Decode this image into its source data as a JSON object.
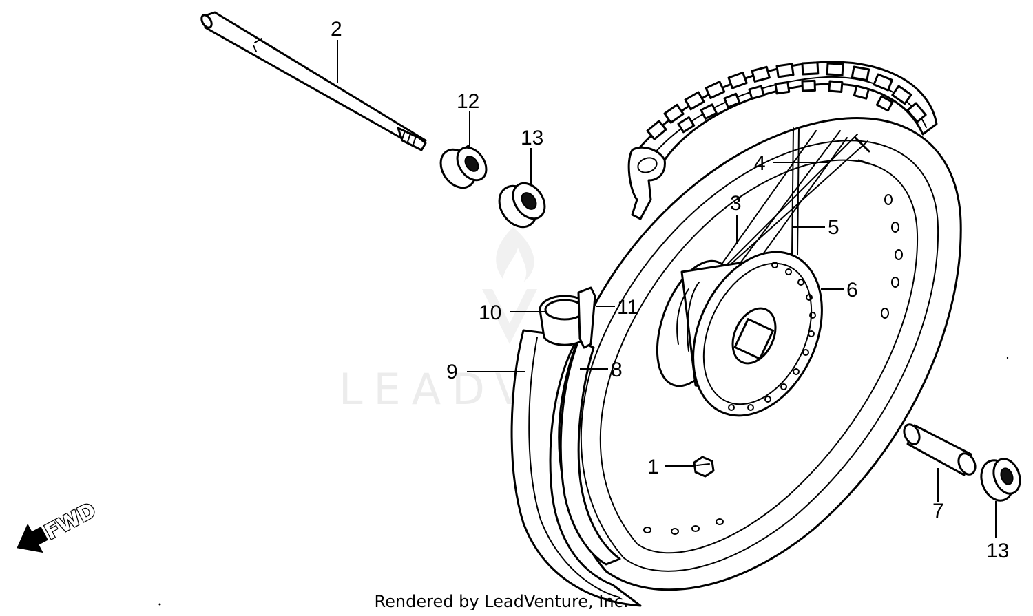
{
  "diagram": {
    "callouts": [
      {
        "id": "c1",
        "label": "1"
      },
      {
        "id": "c2",
        "label": "2"
      },
      {
        "id": "c3",
        "label": "3"
      },
      {
        "id": "c4",
        "label": "4"
      },
      {
        "id": "c5",
        "label": "5"
      },
      {
        "id": "c6",
        "label": "6"
      },
      {
        "id": "c7",
        "label": "7"
      },
      {
        "id": "c8",
        "label": "8"
      },
      {
        "id": "c9",
        "label": "9"
      },
      {
        "id": "c10",
        "label": "10"
      },
      {
        "id": "c11",
        "label": "11"
      },
      {
        "id": "c12",
        "label": "12"
      },
      {
        "id": "c13a",
        "label": "13"
      },
      {
        "id": "c13b",
        "label": "13"
      }
    ],
    "direction_label": "FWD",
    "watermark": "LEADVENTURE",
    "footer": "Rendered by LeadVenture, Inc."
  },
  "colors": {
    "line": "#000000",
    "background": "#ffffff",
    "watermark": "#ececec"
  }
}
